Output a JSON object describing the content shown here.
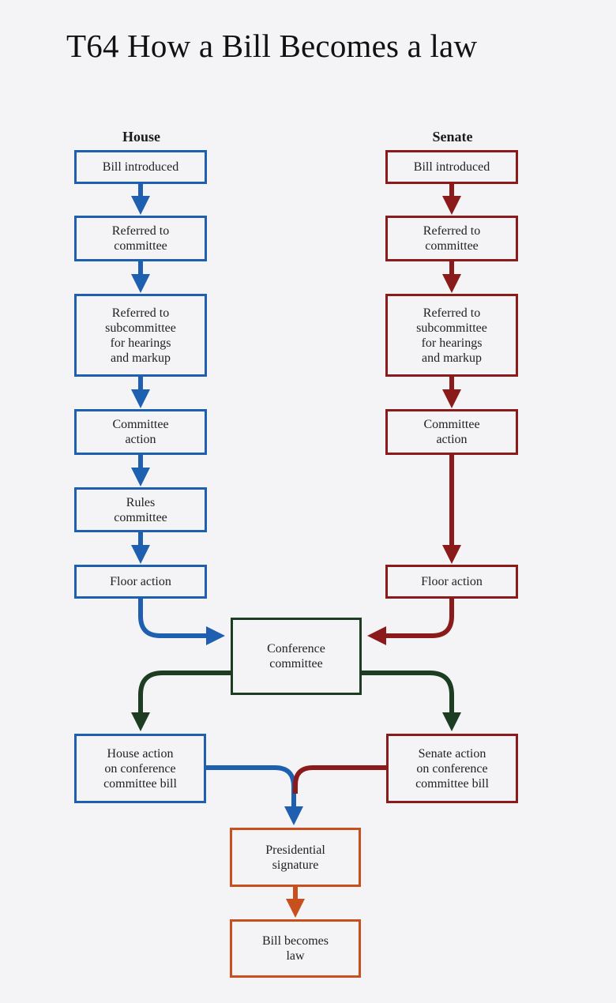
{
  "title": "T64  How a Bill Becomes a law",
  "columns": {
    "house": "House",
    "senate": "Senate"
  },
  "house_steps": [
    "Bill introduced",
    "Referred to\ncommittee",
    "Referred to\nsubcommittee\nfor hearings\nand markup",
    "Committee\naction",
    "Rules\ncommittee",
    "Floor action"
  ],
  "senate_steps": [
    "Bill introduced",
    "Referred to\ncommittee",
    "Referred to\nsubcommittee\nfor hearings\nand markup",
    "Committee\naction",
    "Floor action"
  ],
  "conference": "Conference\ncommittee",
  "house_conf_action": "House action\non conference\ncommittee bill",
  "senate_conf_action": "Senate action\non conference\ncommittee bill",
  "presidential": "Presidential\nsignature",
  "law": "Bill becomes\nlaw",
  "colors": {
    "house": "#1e5fb0",
    "senate": "#8b1a1a",
    "conference": "#1c3d22",
    "presidential": "#c8501e"
  }
}
